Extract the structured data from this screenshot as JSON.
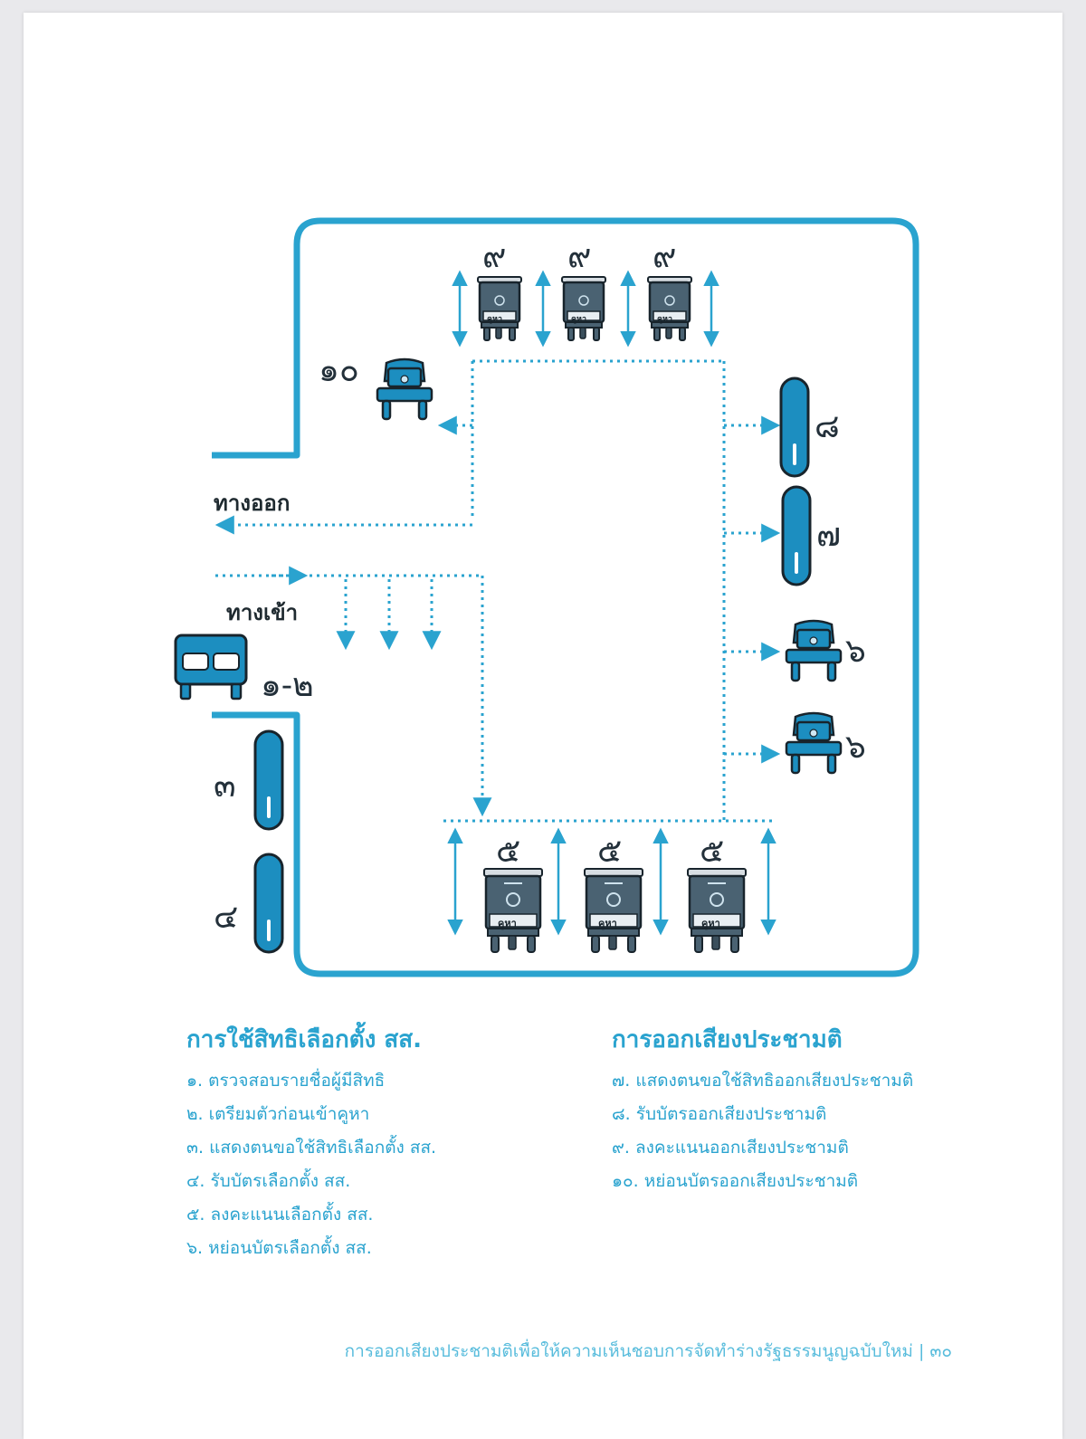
{
  "labels": {
    "exit": "ทางออก",
    "entrance": "ทางเข้า"
  },
  "station_numbers": {
    "booth_top_1": "๙",
    "booth_top_2": "๙",
    "booth_top_3": "๙",
    "ballot_box_referendum": "๑๐",
    "ballot_box_referendum_slot": "๘",
    "referendum_table": "๗",
    "election_box_1": "๖",
    "election_box_2": "๖",
    "check_table": "๑-๒",
    "table_3": "๓",
    "table_4": "๔",
    "booth_bottom_1": "๕",
    "booth_bottom_2": "๕",
    "booth_bottom_3": "๕"
  },
  "booth_sign": "คูหา",
  "legend_left": {
    "title": "การใช้สิทธิเลือกตั้ง สส.",
    "items": [
      "๑. ตรวจสอบรายชื่อผู้มีสิทธิ",
      "๒. เตรียมตัวก่อนเข้าคูหา",
      "๓. แสดงตนขอใช้สิทธิเลือกตั้ง สส.",
      "๔. รับบัตรเลือกตั้ง สส.",
      "๕. ลงคะแนนเลือกตั้ง สส.",
      "๖. หย่อนบัตรเลือกตั้ง สส."
    ]
  },
  "legend_right": {
    "title": "การออกเสียงประชามติ",
    "items": [
      "๗. แสดงตนขอใช้สิทธิออกเสียงประชามติ",
      "๘. รับบัตรออกเสียงประชามติ",
      "๙. ลงคะแนนออกเสียงประชามติ",
      "๑๐. หย่อนบัตรออกเสียงประชามติ"
    ]
  },
  "footer": "การออกเสียงประชามติเพื่อให้ความเห็นชอบการจัดทำร่างรัฐธรรมนูญฉบับใหม่ | ๓๐",
  "colors": {
    "accent": "#2aa3cf",
    "booth_body": "#4a6272",
    "table_blue": "#1c8ec0",
    "outline": "#18242c"
  }
}
